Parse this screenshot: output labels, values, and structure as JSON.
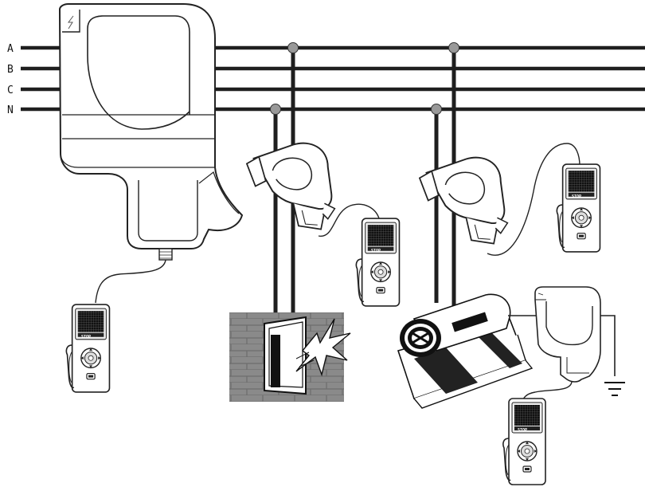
{
  "phase_lines": [
    {
      "id": "a",
      "label": "A"
    },
    {
      "id": "b",
      "label": "B"
    },
    {
      "id": "c",
      "label": "C"
    },
    {
      "id": "n",
      "label": "N"
    }
  ],
  "meter": {
    "screen_text": "STOP"
  },
  "colors": {
    "line": "#1f1f1f",
    "wall": "#8c8c8c",
    "outline": "#222222",
    "device_fill": "#ffffff"
  }
}
